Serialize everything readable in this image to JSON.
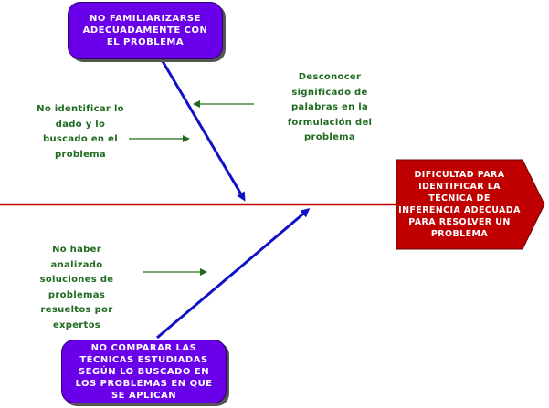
{
  "colors": {
    "spine": "#c00000",
    "effect_fill": "#c00000",
    "cause_box_fill": "#6a00ea",
    "bone_arrow": "#1010c8",
    "sub_cause_arrow": "#1f6b1f",
    "label_text": "#1f6b1f"
  },
  "effect": {
    "text": "DIFICULTAD PARA IDENTIFICAR LA TÉCNICA DE INFERENCIA ADECUADA PARA RESOLVER UN PROBLEMA"
  },
  "causes": {
    "top": "NO FAMILIARIZARSE ADECUADAMENTE CON EL PROBLEMA",
    "bottom": "NO COMPARAR LAS TÉCNICAS ESTUDIADAS SEGÚN LO BUSCADO EN LOS PROBLEMAS EN QUE SE APLICAN"
  },
  "sub_causes": {
    "no_identificar": "No identificar lo dado y lo buscado en el problema",
    "desconocer": "Desconocer significado de palabras en la formulación del problema",
    "no_haber": "No haber analizado soluciones de problemas resueltos por expertos"
  }
}
